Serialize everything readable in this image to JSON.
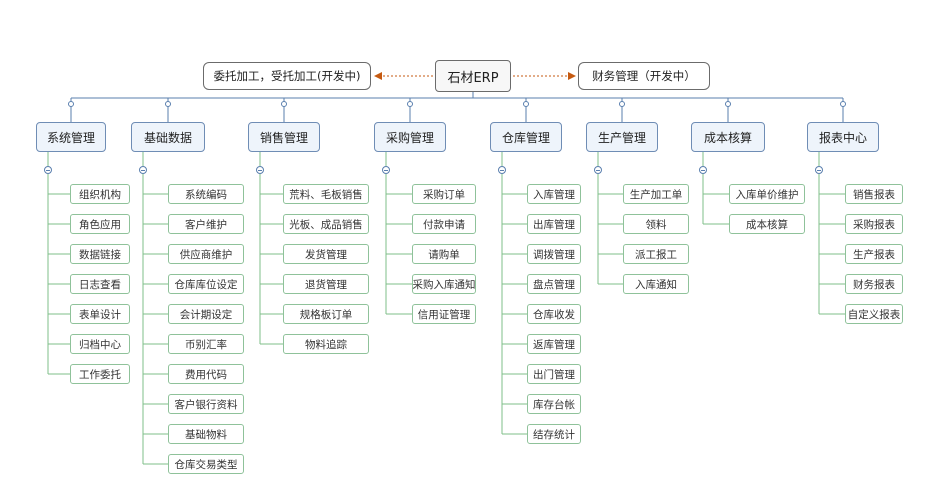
{
  "root": {
    "label": "石材ERP"
  },
  "side_left": {
    "label": "委托加工，受托加工(开发中)"
  },
  "side_right": {
    "label": "财务管理（开发中）"
  },
  "modules": [
    {
      "label": "系统管理",
      "children": [
        "组织机构",
        "角色应用",
        "数据链接",
        "日志查看",
        "表单设计",
        "归档中心",
        "工作委托"
      ]
    },
    {
      "label": "基础数据",
      "children": [
        "系统编码",
        "客户维护",
        "供应商维护",
        "仓库库位设定",
        "会计期设定",
        "币别汇率",
        "费用代码",
        "客户银行资料",
        "基础物料",
        "仓库交易类型"
      ]
    },
    {
      "label": "销售管理",
      "children": [
        "荒料、毛板销售",
        "光板、成品销售",
        "发货管理",
        "退货管理",
        "规格板订单",
        "物料追踪"
      ]
    },
    {
      "label": "采购管理",
      "children": [
        "采购订单",
        "付款申请",
        "请购单",
        "采购入库通知",
        "信用证管理"
      ]
    },
    {
      "label": "仓库管理",
      "children": [
        "入库管理",
        "出库管理",
        "调拨管理",
        "盘点管理",
        "仓库收发",
        "返库管理",
        "出门管理",
        "库存台帐",
        "结存统计"
      ]
    },
    {
      "label": "生产管理",
      "children": [
        "生产加工单",
        "领料",
        "派工报工",
        "入库通知"
      ]
    },
    {
      "label": "成本核算",
      "children": [
        "入库单价维护",
        "成本核算"
      ]
    },
    {
      "label": "报表中心",
      "children": [
        "销售报表",
        "采购报表",
        "生产报表",
        "财务报表",
        "自定义报表"
      ]
    }
  ],
  "colors": {
    "module_line": "#5a7fae",
    "leaf_line": "#7fbf8a",
    "dotted_arrow": "#c55a11"
  }
}
